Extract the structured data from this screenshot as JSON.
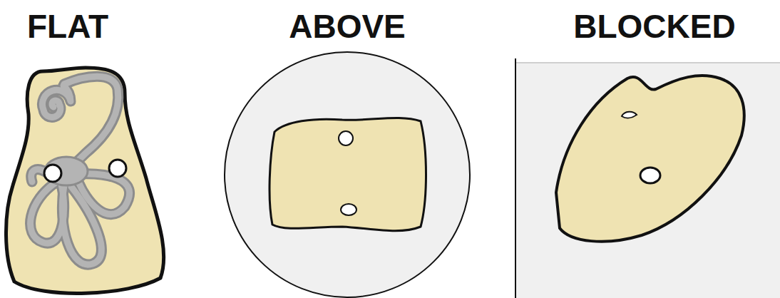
{
  "diagram": {
    "labels": [
      "FLAT",
      "ABOVE",
      "BLOCKED"
    ]
  }
}
